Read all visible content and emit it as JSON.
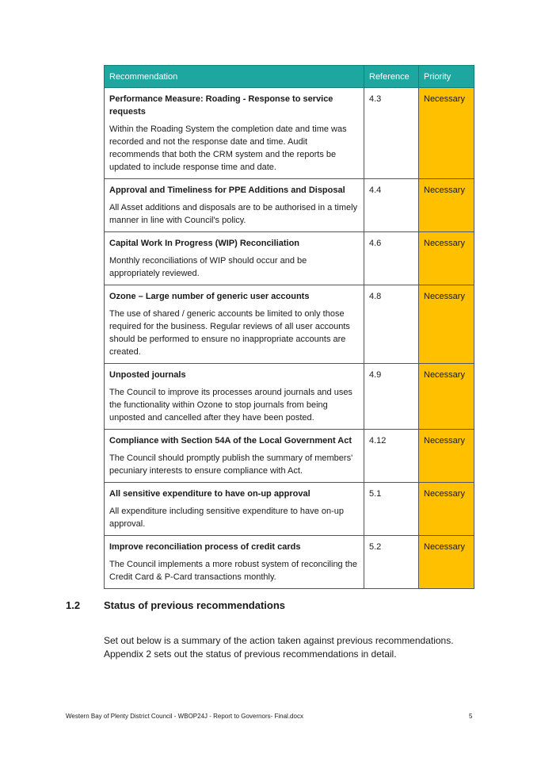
{
  "table": {
    "headers": [
      "Recommendation",
      "Reference",
      "Priority"
    ],
    "rows": [
      {
        "title": "Performance Measure: Roading - Response to service requests",
        "body": "Within the Roading System the completion date and time was recorded and not the response date and time. Audit recommends that both the CRM system and the reports be updated to include response time and date.",
        "reference": "4.3",
        "priority": "Necessary"
      },
      {
        "title": "Approval and Timeliness for PPE Additions and Disposal",
        "body": "All Asset additions and disposals are to be authorised in a timely manner in line with Council's policy.",
        "reference": "4.4",
        "priority": "Necessary"
      },
      {
        "title": "Capital Work In Progress (WIP) Reconciliation",
        "body": "Monthly reconciliations of WIP should occur and be appropriately reviewed.",
        "reference": "4.6",
        "priority": "Necessary"
      },
      {
        "title": "Ozone – Large number of generic user accounts",
        "body": "The use of shared / generic accounts be limited to only those required for the business. Regular reviews of all user accounts should be performed to ensure no inappropriate accounts are created.",
        "reference": "4.8",
        "priority": "Necessary"
      },
      {
        "title": "Unposted journals",
        "body": "The Council to improve its processes around journals and uses the functionality within Ozone to stop journals from being unposted and cancelled after they have been posted.",
        "reference": "4.9",
        "priority": "Necessary"
      },
      {
        "title": "Compliance with Section 54A of the Local Government Act",
        "body": "The Council should promptly publish the summary of members' pecuniary interests to ensure compliance with Act.",
        "reference": "4.12",
        "priority": "Necessary"
      },
      {
        "title": "All sensitive expenditure to have on-up approval",
        "body": "All expenditure including sensitive expenditure to have on-up approval.",
        "reference": "5.1",
        "priority": "Necessary"
      },
      {
        "title": "Improve reconciliation process of credit cards",
        "body": "The Council implements a more robust system of reconciling the Credit Card & P-Card transactions monthly.",
        "reference": "5.2",
        "priority": "Necessary"
      }
    ]
  },
  "section": {
    "number": "1.2",
    "title": "Status of previous recommendations",
    "paragraph": "Set out below is a summary of the action taken against previous recommendations. Appendix 2 sets out the status of previous recommendations in detail."
  },
  "footer": {
    "text": "Western Bay of Plenty District Council - WBOP24J - Report to Governors- Final.docx",
    "page": "5"
  },
  "colors": {
    "header_bg": "#1ea7a0",
    "priority_bg": "#ffc000"
  }
}
